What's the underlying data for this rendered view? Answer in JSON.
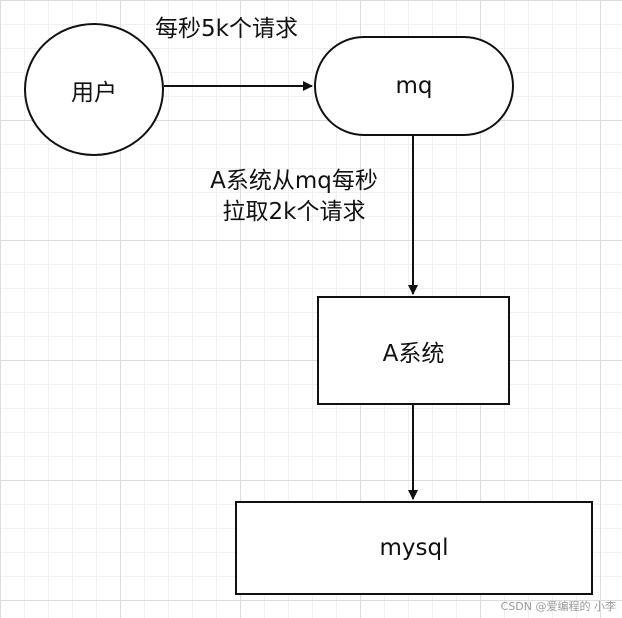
{
  "nodes": {
    "user": "用户",
    "mq": "mq",
    "system_a": "A系统",
    "mysql": "mysql"
  },
  "edges": {
    "user_to_mq": "每秒5k个请求",
    "mq_to_a_line1": "A系统从mq每秒",
    "mq_to_a_line2": "拉取2k个请求"
  },
  "watermark": "CSDN @爱编程的 小李",
  "colors": {
    "stroke": "#111111",
    "grid": "#dcdcdc"
  }
}
